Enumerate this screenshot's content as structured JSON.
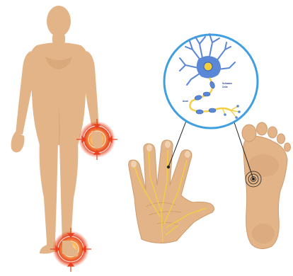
{
  "colors": {
    "skin": "#e3b487",
    "skin_dark": "#cf9c70",
    "skin_light": "#f0d2b2",
    "pain_red": "#e8411f",
    "pain_orange": "#f7a24a",
    "nerve_yellow": "#f3cf3f",
    "neuron_blue": "#5b88d6",
    "neuron_dark": "#2f5fb3",
    "circle_border": "#3f9fe0",
    "pointer_line": "#222222"
  },
  "neuron_labels": {
    "left": "Axon",
    "right_top": "Schwann",
    "right_bottom": "Cells"
  }
}
